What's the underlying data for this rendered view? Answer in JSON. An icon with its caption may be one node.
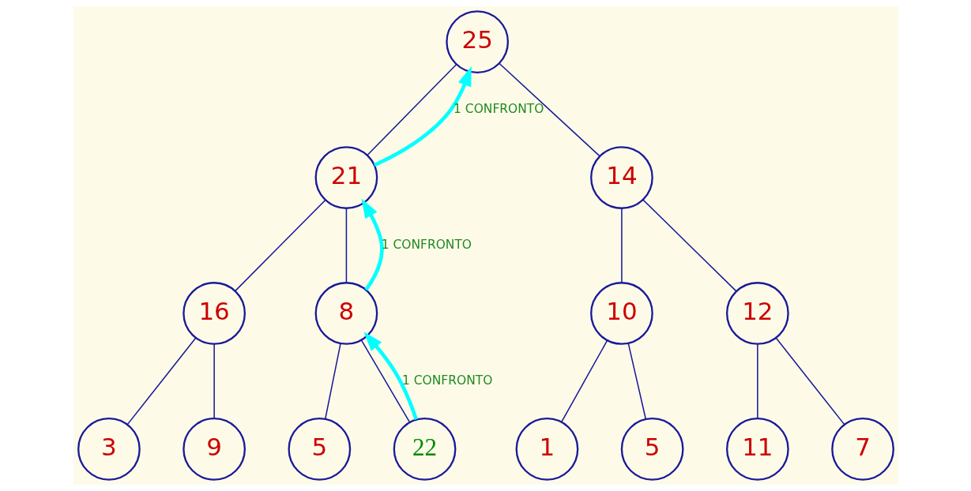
{
  "diagram": {
    "nodes": [
      {
        "text": [
          "25"
        ]
      },
      {
        "text": [
          "21"
        ]
      },
      {
        "text": [
          "14"
        ]
      },
      {
        "text": [
          "16"
        ]
      },
      {
        "text": [
          "8"
        ]
      },
      {
        "text": [
          "10"
        ]
      },
      {
        "text": [
          "12"
        ]
      },
      {
        "text": [
          "3"
        ]
      },
      {
        "text": [
          "9"
        ]
      },
      {
        "text": [
          "5"
        ]
      },
      {
        "text": [
          "22"
        ]
      },
      {
        "text": [
          "1"
        ]
      },
      {
        "text": [
          "5"
        ]
      },
      {
        "text": [
          "11"
        ]
      },
      {
        "text": [
          "7"
        ]
      }
    ],
    "edges": [
      {
        "from": 0,
        "to": 1,
        "arrow": "none"
      },
      {
        "from": 0,
        "to": 2,
        "arrow": "none"
      },
      {
        "from": 1,
        "to": 3,
        "arrow": "none"
      },
      {
        "from": 1,
        "to": 4,
        "arrow": "none"
      },
      {
        "from": 2,
        "to": 5,
        "arrow": "none"
      },
      {
        "from": 2,
        "to": 6,
        "arrow": "none"
      },
      {
        "from": 3,
        "to": 7,
        "arrow": "none"
      },
      {
        "from": 3,
        "to": 8,
        "arrow": "none"
      },
      {
        "from": 4,
        "to": 9,
        "arrow": "none"
      },
      {
        "from": 4,
        "to": 10,
        "arrow": "none"
      },
      {
        "from": 5,
        "to": 11,
        "arrow": "none"
      },
      {
        "from": 5,
        "to": 12,
        "arrow": "none"
      },
      {
        "from": 6,
        "to": 13,
        "arrow": "none"
      },
      {
        "from": 6,
        "to": 14,
        "arrow": "none"
      },
      {
        "from": 10,
        "to": 4,
        "arrow": "to",
        "label": "1 CONFRONTO",
        "style": "thick",
        "color": "#00ffff"
      },
      {
        "from": 4,
        "to": 1,
        "arrow": "to",
        "label": "1 CONFRONTO",
        "style": "thick",
        "color": "#00ffff"
      },
      {
        "from": 1,
        "to": 0,
        "arrow": "to",
        "label": "1 CONFRONTO",
        "style": "thick",
        "color": "#00ffff"
      }
    ]
  }
}
